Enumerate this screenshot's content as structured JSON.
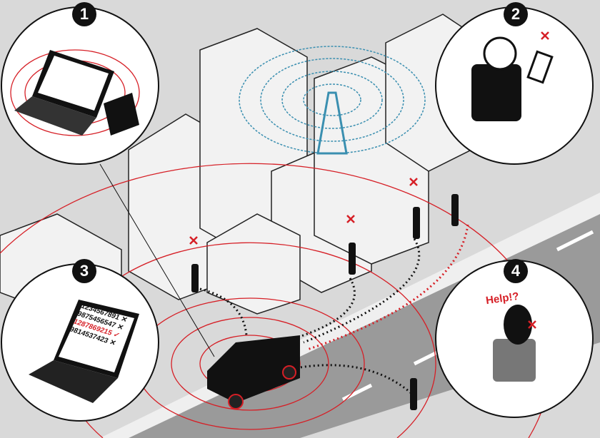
{
  "steps": [
    "1",
    "2",
    "3",
    "4"
  ],
  "phone_numbers": [
    {
      "number": "1234567891",
      "mark": "✕",
      "match": false
    },
    {
      "number": "9875456547",
      "mark": "✕",
      "match": false
    },
    {
      "number": "1287869215",
      "mark": "✓",
      "match": true
    },
    {
      "number": "9814537423",
      "mark": "✕",
      "match": false
    }
  ],
  "help_text": "Help!?",
  "colors": {
    "accent": "#d61f26",
    "signal": "#3a8fb0",
    "ink": "#111111",
    "background": "#d9d9d9"
  }
}
